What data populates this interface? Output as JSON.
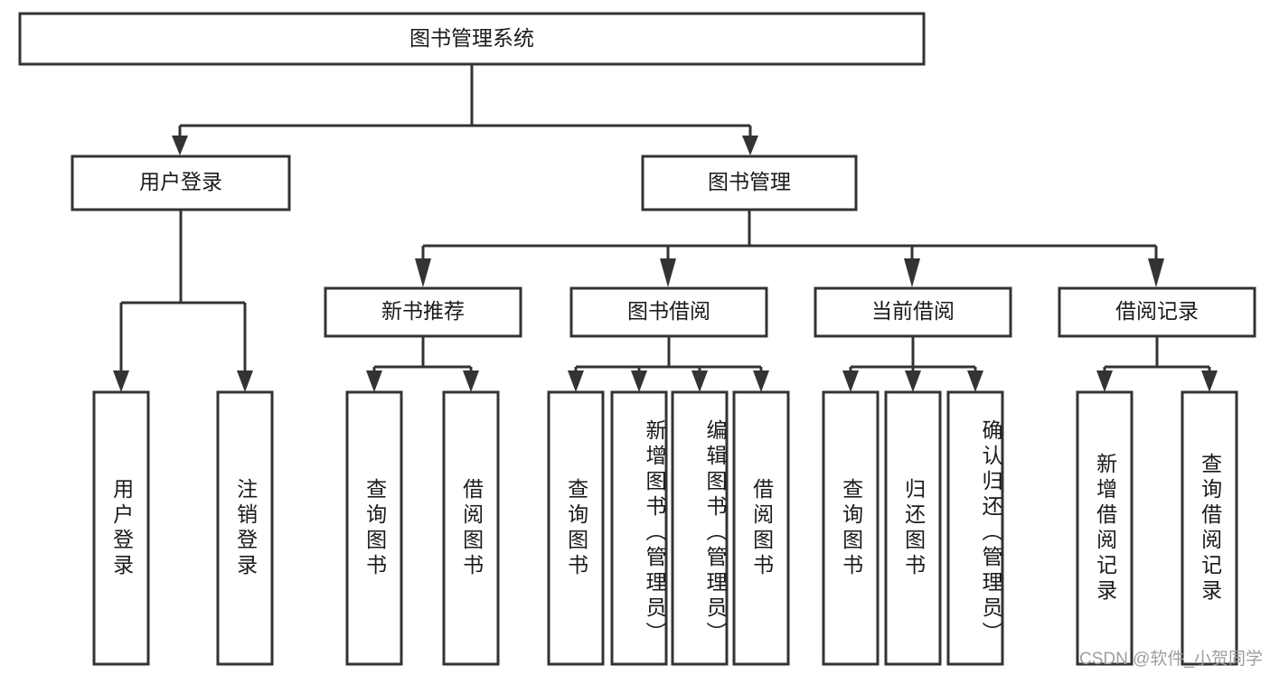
{
  "diagram": {
    "type": "tree-hierarchy",
    "title": "图书管理系统",
    "watermark": "CSDN @软件_小贺同学",
    "colors": {
      "stroke": "#333333",
      "box_fill": "#ffffff",
      "text": "#1a1a1a",
      "background": "#ffffff",
      "watermark": "#9e9e9e"
    },
    "root": {
      "label": "图书管理系统"
    },
    "level2": [
      {
        "label": "用户登录"
      },
      {
        "label": "图书管理"
      }
    ],
    "level3": [
      {
        "label": "新书推荐"
      },
      {
        "label": "图书借阅"
      },
      {
        "label": "当前借阅"
      },
      {
        "label": "借阅记录"
      }
    ],
    "leaves": {
      "user_login": [
        {
          "label": "用户登录"
        },
        {
          "label": "注销登录"
        }
      ],
      "new_book_recommend": [
        {
          "label": "查询图书"
        },
        {
          "label": "借阅图书"
        }
      ],
      "book_borrow": [
        {
          "label": "查询图书"
        },
        {
          "label": "新增图书（管理员）"
        },
        {
          "label": "编辑图书（管理员）"
        },
        {
          "label": "借阅图书"
        }
      ],
      "current_borrow": [
        {
          "label": "查询图书"
        },
        {
          "label": "归还图书"
        },
        {
          "label": "确认归还（管理员）"
        }
      ],
      "borrow_records": [
        {
          "label": "新增借阅记录"
        },
        {
          "label": "查询借阅记录"
        }
      ]
    }
  }
}
